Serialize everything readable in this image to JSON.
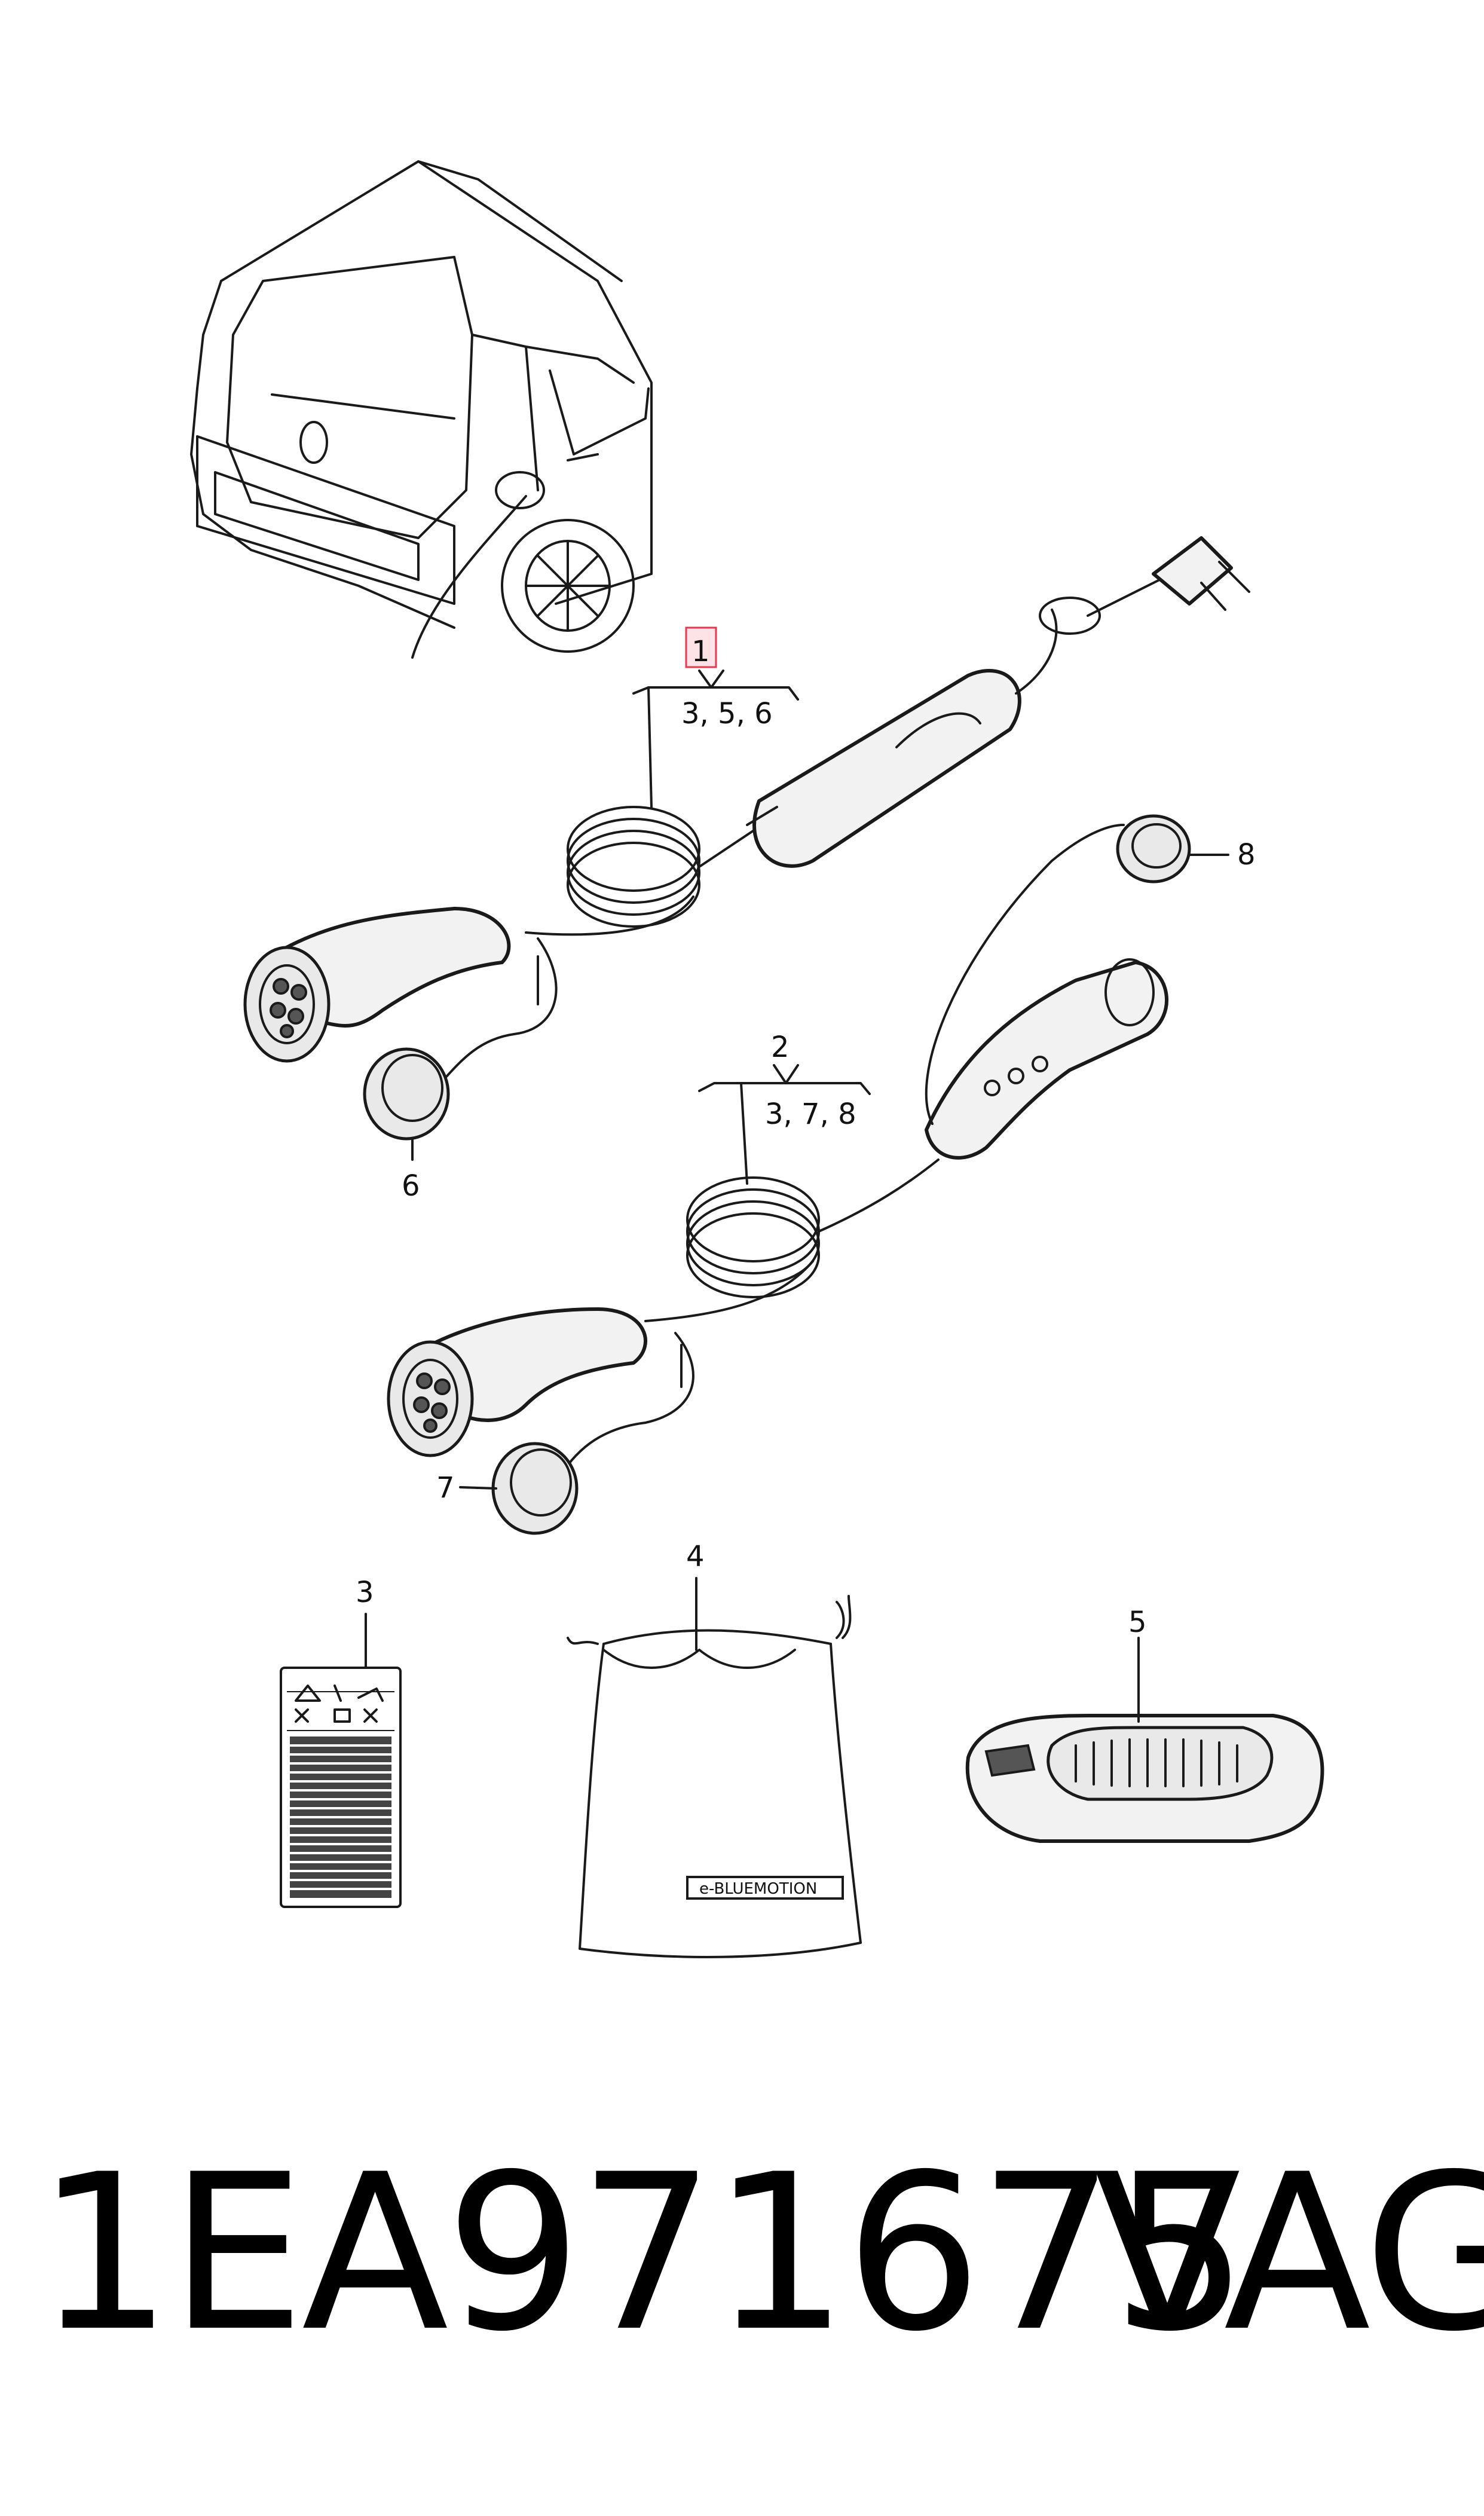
{
  "diagram": {
    "highlighted_callout": "1",
    "callouts": [
      {
        "id": "c1",
        "label": "1"
      },
      {
        "id": "c2",
        "label": "2"
      },
      {
        "id": "c3",
        "label": "3"
      },
      {
        "id": "c4",
        "label": "4"
      },
      {
        "id": "c5",
        "label": "5"
      },
      {
        "id": "c6",
        "label": "6"
      },
      {
        "id": "c7",
        "label": "7"
      },
      {
        "id": "c8",
        "label": "8"
      }
    ],
    "groups": [
      {
        "id": "g1",
        "label": "3, 5, 6"
      },
      {
        "id": "g2",
        "label": "3, 7, 8"
      }
    ],
    "bag_label": "e-BLUEMOTION",
    "highlight_color": "#e53950"
  },
  "caption": {
    "part_number": "1EA971675",
    "brand": "VAG"
  }
}
